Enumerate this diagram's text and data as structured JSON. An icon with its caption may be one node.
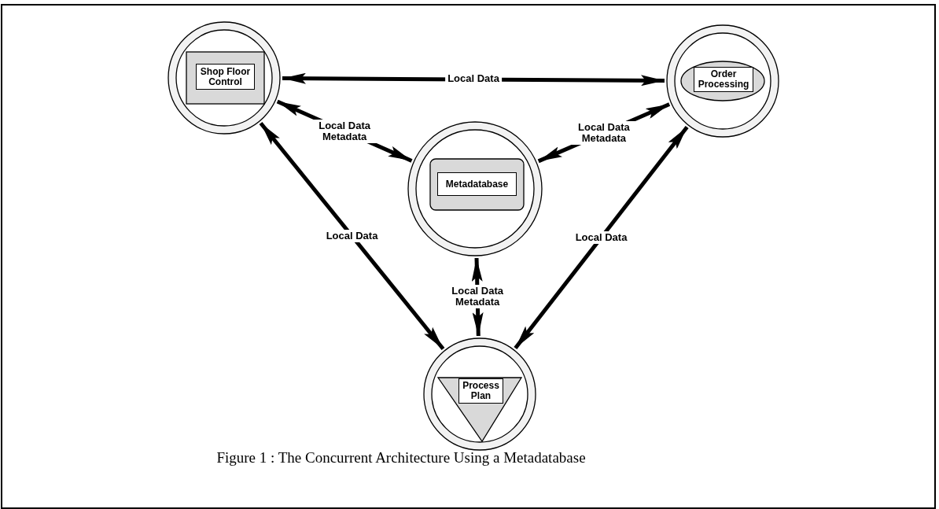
{
  "diagram": {
    "caption": "Figure 1 : The Concurrent Architecture Using a Metadatabase",
    "nodes": [
      {
        "text": [
          "Shop Floor Control"
        ]
      },
      {
        "text": [
          "Order Processing"
        ]
      },
      {
        "text": [
          "Metadatabase"
        ]
      },
      {
        "text": [
          "Process Plan"
        ]
      }
    ],
    "edges": [
      {
        "from": 0,
        "to": 1,
        "arrow": "both",
        "label": "Local Data"
      },
      {
        "from": 0,
        "to": 2,
        "arrow": "both",
        "label": "Local Data Metadata"
      },
      {
        "from": 2,
        "to": 1,
        "arrow": "both",
        "label": "Local Data Metadata"
      },
      {
        "from": 0,
        "to": 3,
        "arrow": "both",
        "label": "Local Data"
      },
      {
        "from": 1,
        "to": 3,
        "arrow": "both",
        "label": "Local Data"
      },
      {
        "from": 2,
        "to": 3,
        "arrow": "both",
        "label": "Local Data Metadata"
      }
    ]
  }
}
